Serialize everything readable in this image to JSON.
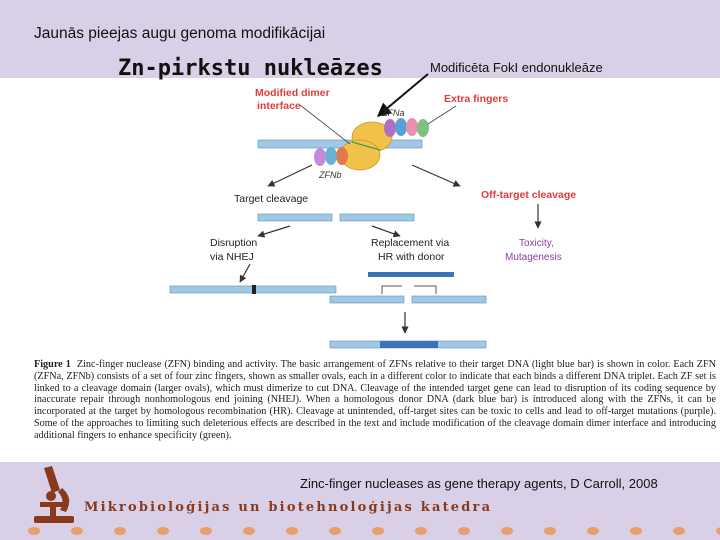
{
  "header": {
    "title": "Jaunās pieejas augu genoma modifikācijai",
    "subtitle": "Zn-pirkstu nukleāzes",
    "annotation": "Modificēta FokI endonukleāze"
  },
  "figure": {
    "labels": {
      "modified_dimer_interface": [
        "Modified dimer",
        "interface"
      ],
      "extra_fingers": "Extra fingers",
      "zfna": "ZFNa",
      "zfnb": "ZFNb",
      "target_cleavage": "Target cleavage",
      "off_target_cleavage": "Off-target cleavage",
      "disruption": [
        "Disruption",
        "via NHEJ"
      ],
      "replacement": [
        "Replacement via",
        "HR with donor"
      ],
      "toxicity": [
        "Toxicity,",
        "Mutagenesis"
      ]
    },
    "colors": {
      "dna_light": "#9fc9e6",
      "dna_dark": "#3b73b9",
      "fokI": "#f2c14a",
      "red_label": "#e23b3b",
      "purple": "#8b3fa3",
      "green": "#3aa35a",
      "band": "#d9d0e8",
      "dept": "#8a3a1a"
    }
  },
  "caption": {
    "label": "Figure 1",
    "text": "Zinc-finger nuclease (ZFN) binding and activity. The basic arrangement of ZFNs relative to their target DNA (light blue bar) is shown in color. Each ZFN (ZFNa, ZFNb) consists of a set of four zinc fingers, shown as smaller ovals, each in a different color to indicate that each binds a different DNA triplet. Each ZF set is linked to a cleavage domain (larger ovals), which must dimerize to cut DNA. Cleavage of the intended target gene can lead to disruption of its coding sequence by inaccurate repair through nonhomologous end joining (NHEJ). When a homologous donor DNA (dark blue bar) is introduced along with the ZFNs, it can be incorporated at the target by homologous recombination (HR). Cleavage at unintended, off-target sites can be toxic to cells and lead to off-target mutations (purple). Some of the approaches to limiting such deleterious effects are described in the text and include modification of the cleavage domain dimer interface and introducing additional fingers to enhance specificity (green)."
  },
  "footer": {
    "citation": "Zinc-finger nucleases as gene therapy agents, D Carroll, 2008",
    "department": "Mikrobioloģijas un biotehnoloģijas katedra",
    "logo_icon": "microscope-icon"
  }
}
